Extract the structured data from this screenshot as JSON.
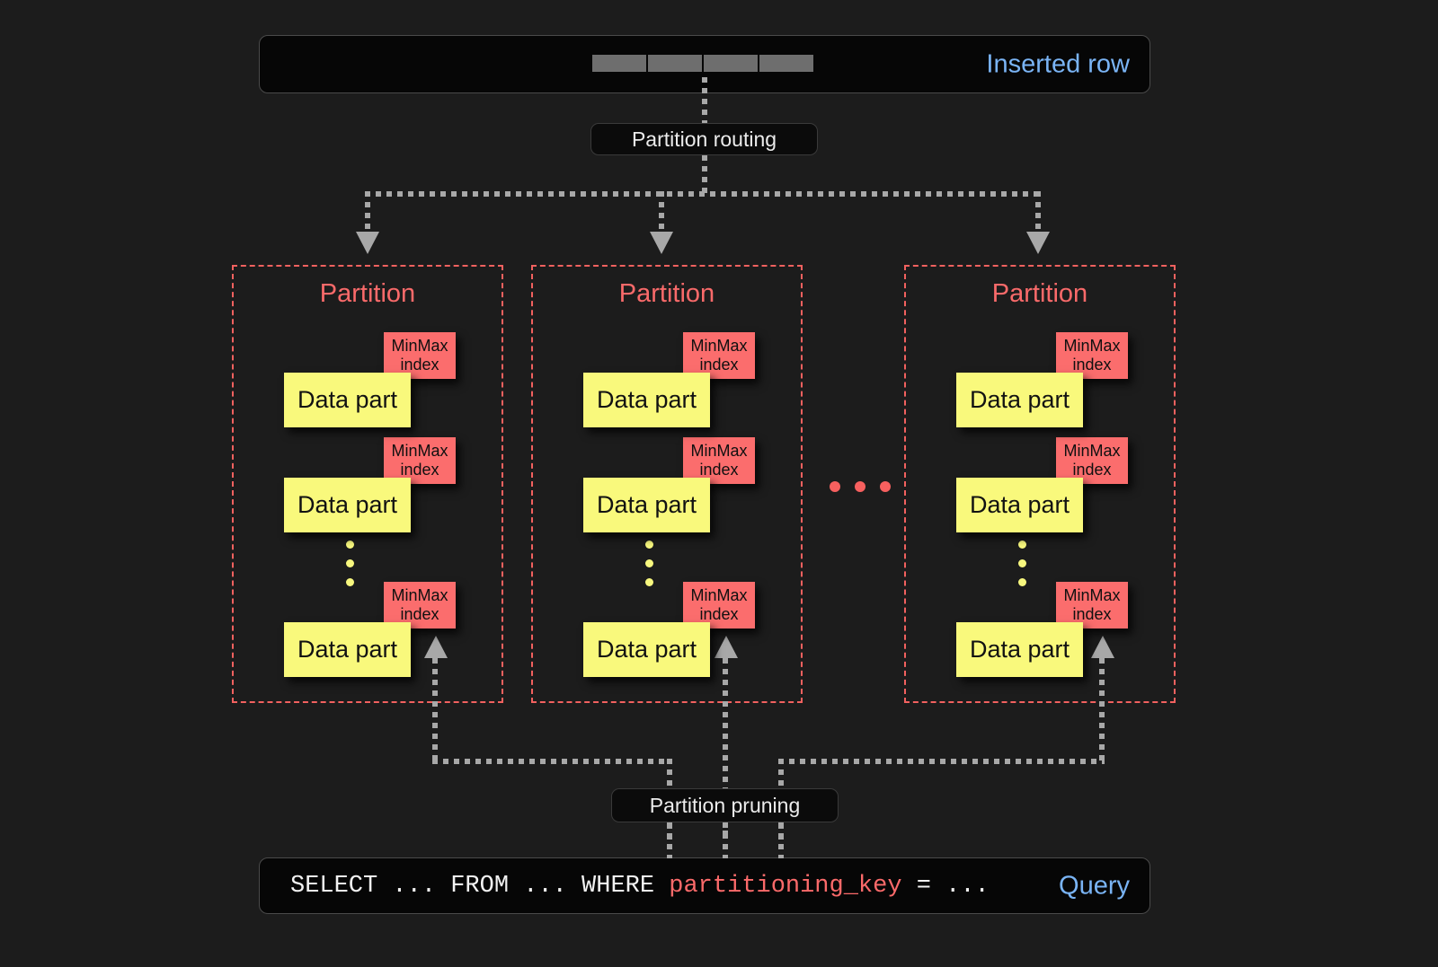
{
  "inserted_row": {
    "label": "Inserted row",
    "label_color": "#7ab4f5",
    "cell_count": 4,
    "cell_color": "#6e6e6e"
  },
  "routing": {
    "label": "Partition routing"
  },
  "pruning": {
    "label": "Partition pruning"
  },
  "query": {
    "label": "Query",
    "label_color": "#7ab4f5",
    "text_prefix": "SELECT ... FROM ... WHERE ",
    "text_key": "partitioning_key",
    "text_suffix": " = ...",
    "key_color": "#fb6a6a"
  },
  "partitions": [
    {
      "title": "Partition",
      "parts": [
        {
          "data_part_label": "Data part",
          "index_line1": "MinMax",
          "index_line2": "index"
        },
        {
          "data_part_label": "Data part",
          "index_line1": "MinMax",
          "index_line2": "index"
        },
        {
          "data_part_label": "Data part",
          "index_line1": "MinMax",
          "index_line2": "index"
        }
      ]
    },
    {
      "title": "Partition",
      "parts": [
        {
          "data_part_label": "Data part",
          "index_line1": "MinMax",
          "index_line2": "index"
        },
        {
          "data_part_label": "Data part",
          "index_line1": "MinMax",
          "index_line2": "index"
        },
        {
          "data_part_label": "Data part",
          "index_line1": "MinMax",
          "index_line2": "index"
        }
      ]
    },
    {
      "title": "Partition",
      "parts": [
        {
          "data_part_label": "Data part",
          "index_line1": "MinMax",
          "index_line2": "index"
        },
        {
          "data_part_label": "Data part",
          "index_line1": "MinMax",
          "index_line2": "index"
        },
        {
          "data_part_label": "Data part",
          "index_line1": "MinMax",
          "index_line2": "index"
        }
      ]
    }
  ],
  "ellipsis": {
    "horizontal_dot_count": 3,
    "horizontal_dot_color": "#f7605f",
    "vertical_dot_count": 3,
    "vertical_dot_color": "#f7f77e"
  },
  "colors": {
    "background": "#1c1c1c",
    "data_part": "#f9f97c",
    "minmax_index": "#fb6d6d",
    "partition_border": "#f2615f",
    "connector": "#a8a8a8"
  }
}
